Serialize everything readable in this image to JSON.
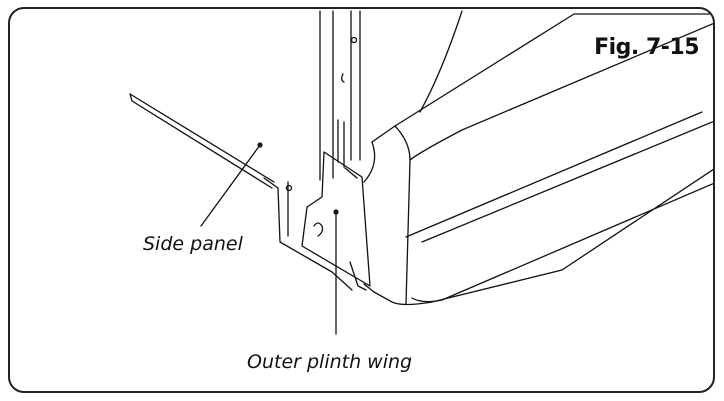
{
  "figure": {
    "number_label": "Fig. 7-15"
  },
  "callouts": {
    "side_panel": "Side panel",
    "outer_plinth_wing": "Outer plinth wing"
  },
  "colors": {
    "line": "#111111",
    "background": "#ffffff",
    "frame": "#222222"
  }
}
